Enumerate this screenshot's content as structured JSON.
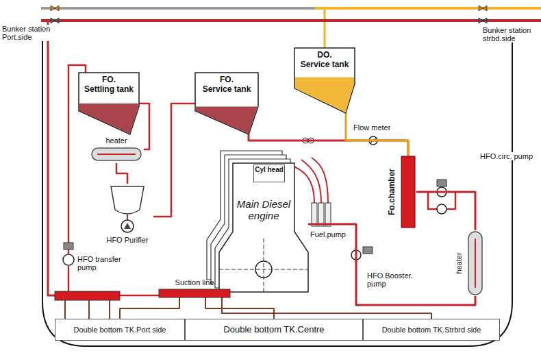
{
  "diagram": {
    "nodes": [
      {
        "text": [
          "FO.",
          "Settling tank"
        ]
      },
      {
        "text": [
          "FO.",
          "Service tank"
        ]
      },
      {
        "text": [
          "DO.",
          "Service tank"
        ]
      },
      {
        "text": [
          "heater"
        ]
      },
      {
        "text": [
          "HFO Purifier"
        ]
      },
      {
        "text": [
          "Main Diesel engine"
        ]
      },
      {
        "text": [
          "Cyl head"
        ],
        "in": 5
      },
      {
        "text": [
          "Fo.chamber"
        ]
      },
      {
        "text": [
          "heater"
        ]
      },
      {
        "text": [
          "Suction line"
        ]
      },
      {
        "text": [
          "Double bottom TK.Port side"
        ]
      },
      {
        "text": [
          "Double bottom TK.Centre"
        ]
      },
      {
        "text": [
          "Double bottom TK.Strbrd side"
        ]
      }
    ],
    "edges": [
      {
        "from": 0,
        "to": 3,
        "arrow": "none"
      },
      {
        "from": 3,
        "to": 4,
        "arrow": "none"
      },
      {
        "from": 4,
        "to": 1,
        "arrow": "none"
      },
      {
        "from": 1,
        "to": 7,
        "arrow": "none"
      },
      {
        "from": 2,
        "to": 7,
        "arrow": "none"
      },
      {
        "from": 7,
        "to": 8,
        "arrow": "none"
      },
      {
        "from": 8,
        "to": 5,
        "arrow": "none"
      },
      {
        "from": 10,
        "to": 9,
        "arrow": "none"
      },
      {
        "from": 11,
        "to": 9,
        "arrow": "none"
      },
      {
        "from": 12,
        "to": 9,
        "arrow": "none"
      }
    ],
    "labels": [
      "Bunker station Port.side",
      "Bunker station strbd.side",
      "HFO transfer pump",
      "Fuel.pump",
      "Flow meter",
      "HFO.circ. pump",
      "HFO.Booster. pump"
    ]
  }
}
